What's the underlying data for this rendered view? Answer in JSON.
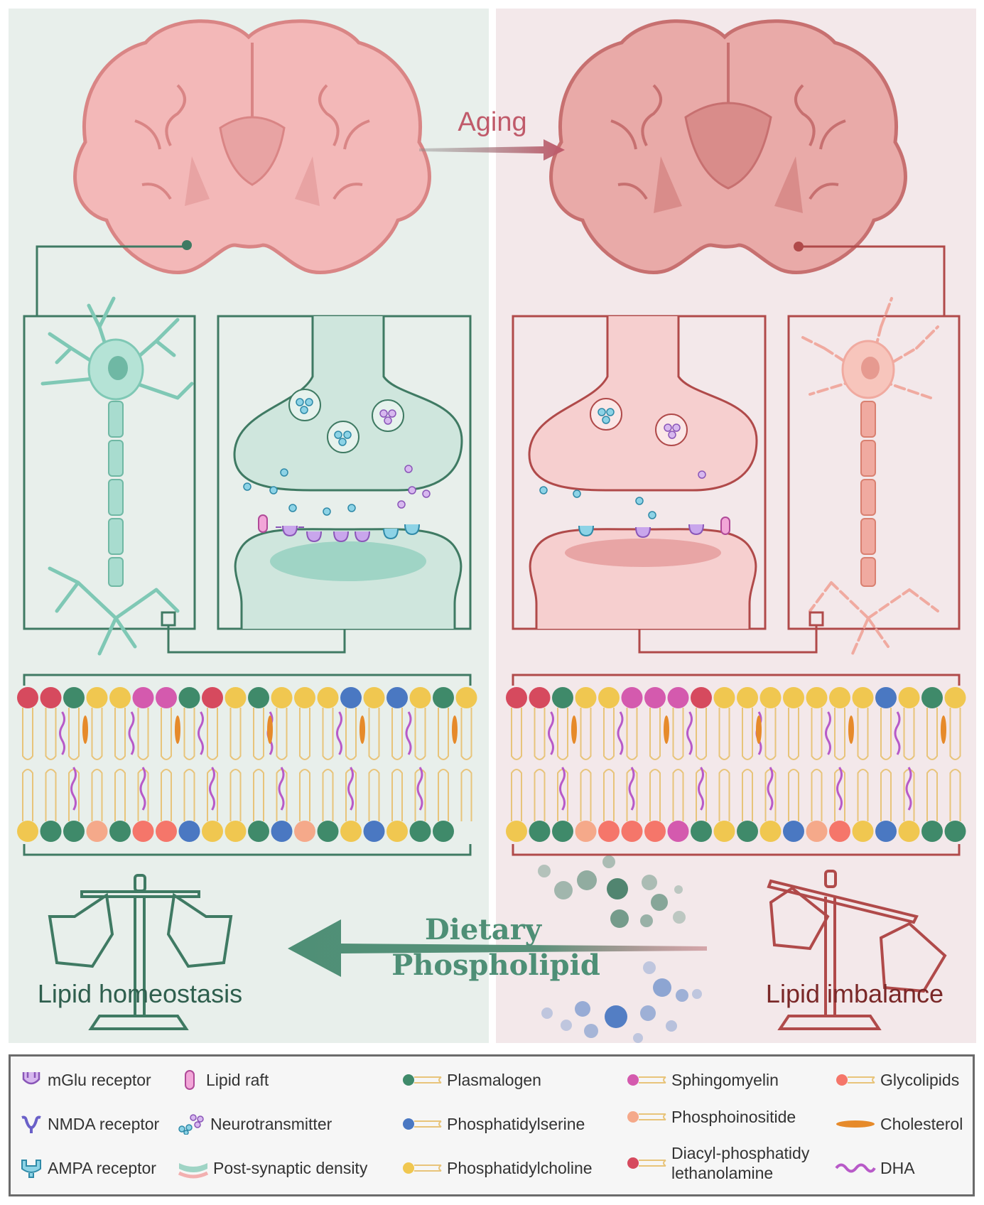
{
  "labels": {
    "aging": "Aging",
    "left_state": "Lipid homeostasis",
    "right_state": "Lipid imbalance",
    "intervention_line1": "Dietary",
    "intervention_line2": "Phospholipid"
  },
  "colors": {
    "healthy_line": "#3f7a63",
    "healthy_bg": "#e8efeb",
    "aged_line": "#b04a4a",
    "aged_bg": "#f3e8ea",
    "brain_fill": "#efb3b3",
    "neuron_healthy": "#a8dccf",
    "neuron_aged": "#f0aaa0"
  },
  "membranes": {
    "healthy_top": [
      "red",
      "red",
      "green",
      "yellow",
      "yellow",
      "pink",
      "pink",
      "green",
      "red",
      "yellow",
      "green",
      "yellow",
      "yellow",
      "yellow",
      "blue",
      "yellow",
      "blue",
      "yellow",
      "green",
      "yellow"
    ],
    "healthy_bottom": [
      "yellow",
      "green",
      "green",
      "peach",
      "green",
      "coral",
      "coral",
      "blue",
      "yellow",
      "yellow",
      "green",
      "blue",
      "peach",
      "green",
      "yellow",
      "blue",
      "yellow",
      "green",
      "green"
    ],
    "aged_top": [
      "red",
      "red",
      "green",
      "yellow",
      "yellow",
      "pink",
      "pink",
      "pink",
      "red",
      "yellow",
      "yellow",
      "yellow",
      "yellow",
      "yellow",
      "yellow",
      "yellow",
      "blue",
      "yellow",
      "green",
      "yellow"
    ],
    "aged_bottom": [
      "yellow",
      "green",
      "green",
      "peach",
      "coral",
      "coral",
      "coral",
      "pink",
      "green",
      "yellow",
      "green",
      "yellow",
      "blue",
      "peach",
      "coral",
      "yellow",
      "blue",
      "yellow",
      "green",
      "green"
    ]
  },
  "legend": [
    {
      "icon": "mglu-receptor-icon",
      "label": "mGlu receptor"
    },
    {
      "icon": "nmda-receptor-icon",
      "label": "NMDA receptor"
    },
    {
      "icon": "ampa-receptor-icon",
      "label": "AMPA receptor"
    },
    {
      "icon": "lipid-raft-icon",
      "label": "Lipid raft"
    },
    {
      "icon": "neurotransmitter-icon",
      "label": "Neurotransmitter"
    },
    {
      "icon": "post-synaptic-density-icon",
      "label": "Post-synaptic density"
    },
    {
      "icon": "plasmalogen-icon",
      "label": "Plasmalogen"
    },
    {
      "icon": "phosphatidylserine-icon",
      "label": "Phosphatidylserine"
    },
    {
      "icon": "phosphatidylcholine-icon",
      "label": "Phosphatidylcholine"
    },
    {
      "icon": "sphingomyelin-icon",
      "label": "Sphingomyelin"
    },
    {
      "icon": "phosphoinositide-icon",
      "label": "Phosphoinositide"
    },
    {
      "icon": "diacyl-pe-icon",
      "label": "Diacyl-phosphatidy lethanolamine"
    },
    {
      "icon": "glycolipids-icon",
      "label": "Glycolipids"
    },
    {
      "icon": "cholesterol-icon",
      "label": "Cholesterol"
    },
    {
      "icon": "dha-icon",
      "label": "DHA"
    }
  ]
}
